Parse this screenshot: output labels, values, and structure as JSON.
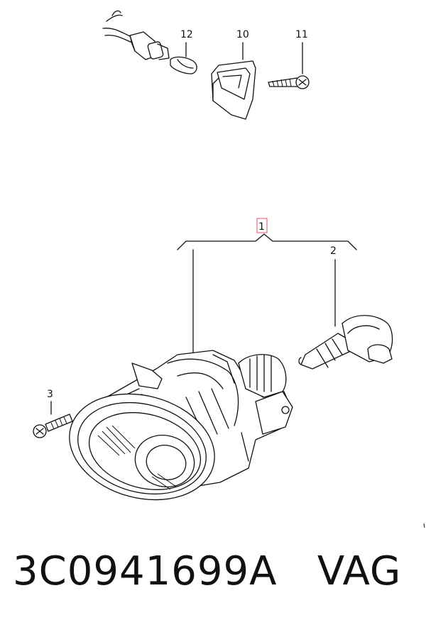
{
  "callouts": {
    "part_1": "1",
    "part_2": "2",
    "part_3": "3",
    "part_10": "10",
    "part_11": "11",
    "part_12": "12"
  },
  "caption": {
    "part_number": "3C0941699A",
    "brand": "VAG"
  },
  "colors": {
    "line": "#111111",
    "highlight_box": "#e05060",
    "background": "#ffffff"
  }
}
